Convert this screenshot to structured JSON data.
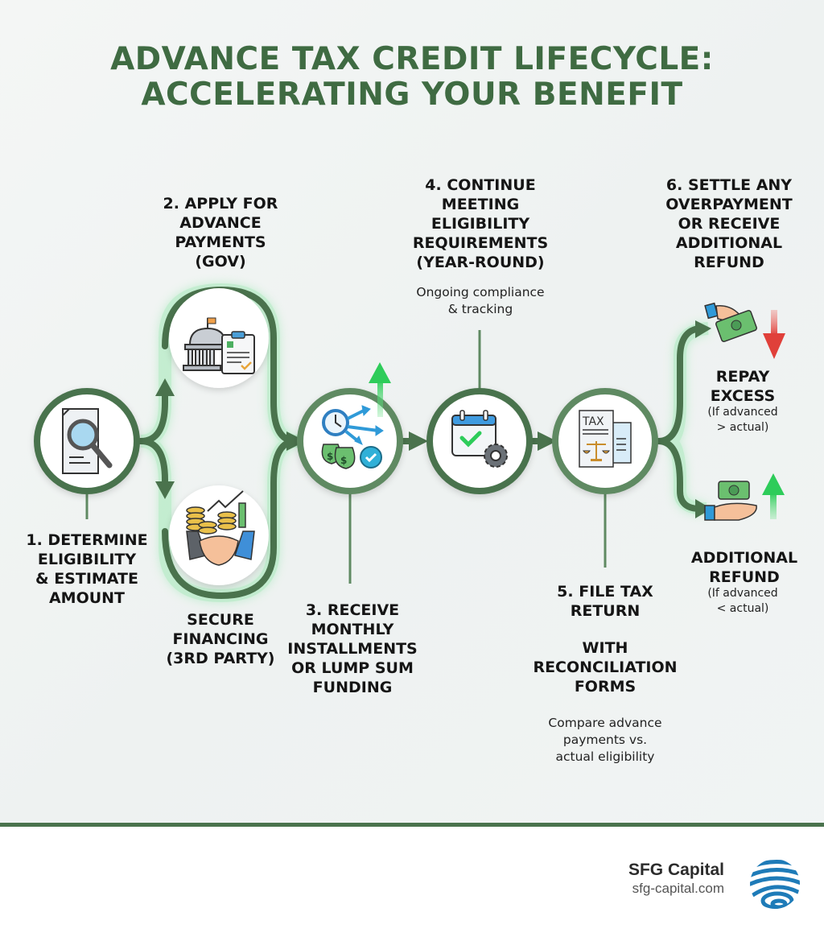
{
  "title": {
    "line1": "ADVANCE TAX CREDIT LIFECYCLE:",
    "line2": "ACCELERATING YOUR BENEFIT",
    "color": "#3f6b42"
  },
  "steps": [
    {
      "id": 1,
      "lines": [
        "1. DETERMINE",
        "ELIGIBILITY",
        "& ESTIMATE",
        "AMOUNT"
      ],
      "icon": "document-magnifier-icon"
    },
    {
      "id": 2,
      "lines": [
        "2. APPLY FOR",
        "ADVANCE",
        "PAYMENTS",
        "(GOV)"
      ],
      "icon": "government-building-clipboard-icon"
    },
    {
      "id": "2b",
      "lines": [
        "SECURE",
        "FINANCING",
        "(3RD PARTY)"
      ],
      "icon": "coins-handshake-icon"
    },
    {
      "id": 3,
      "lines": [
        "3. RECEIVE",
        "MONTHLY",
        "INSTALLMENTS",
        "OR LUMP SUM",
        "FUNDING"
      ],
      "icon": "clock-money-bags-icon"
    },
    {
      "id": 4,
      "lines": [
        "4. CONTINUE",
        "MEETING",
        "ELIGIBILITY",
        "REQUIREMENTS",
        "(YEAR-ROUND)"
      ],
      "desc": [
        "Ongoing compliance",
        "& tracking"
      ],
      "icon": "calendar-check-gear-icon"
    },
    {
      "id": 5,
      "lines": [
        "5. FILE TAX",
        "RETURN"
      ],
      "lines2": [
        "WITH",
        "RECONCILIATION",
        "FORMS"
      ],
      "desc": [
        "Compare advance",
        "payments vs.",
        "actual eligibility"
      ],
      "icon": "tax-document-scales-icon",
      "icon_text": "TAX"
    },
    {
      "id": 6,
      "lines": [
        "6. SETTLE ANY",
        "OVERPAYMENT",
        "OR RECEIVE",
        "ADDITIONAL",
        "REFUND"
      ]
    }
  ],
  "outcomes": [
    {
      "lines": [
        "REPAY",
        "EXCESS"
      ],
      "note": [
        "(If advanced",
        "> actual)"
      ],
      "icon": "hand-giving-money-down-arrow-icon",
      "arrow_color": "#e0403a"
    },
    {
      "lines": [
        "ADDITIONAL",
        "REFUND"
      ],
      "note": [
        "(If advanced",
        "< actual)"
      ],
      "icon": "hand-receiving-money-up-arrow-icon",
      "arrow_color": "#34c759"
    }
  ],
  "colors": {
    "path": "#4a734d",
    "glow": "#7be39a",
    "accent_green": "#2ecc5a",
    "accent_red": "#e0403a"
  },
  "footer": {
    "brand": "SFG Capital",
    "url": "sfg-capital.com"
  }
}
